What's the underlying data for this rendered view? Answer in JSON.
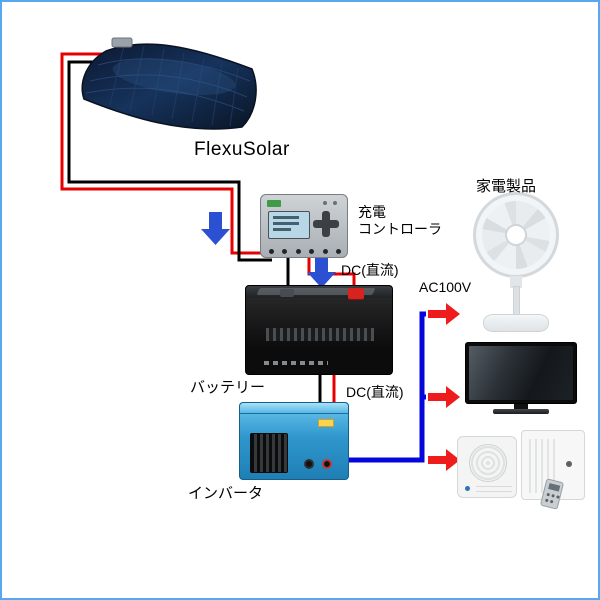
{
  "diagram": {
    "labels": {
      "solar_panel": "FlexuSolar",
      "controller_line1": "充電",
      "controller_line2": "コントローラ",
      "dc_upper": "DC(直流)",
      "dc_lower": "DC(直流)",
      "ac_voltage": "AC100V",
      "battery": "バッテリー",
      "inverter": "インバータ",
      "appliances": "家電製品"
    },
    "colors": {
      "wire_positive": "#e60000",
      "wire_negative": "#000000",
      "ac_line": "#0505dd",
      "arrow_blue": "#2b50d2",
      "arrow_red": "#ee1c1c",
      "frame_border": "#57a8f1"
    }
  }
}
